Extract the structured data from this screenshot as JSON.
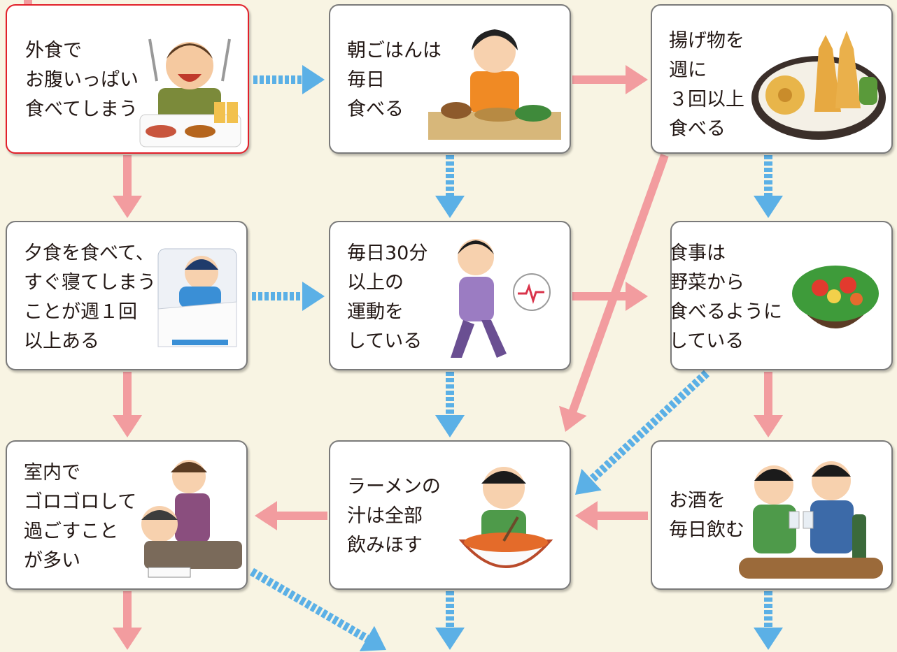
{
  "nodes": [
    {
      "id": "eat-out",
      "label": "外食で\nお腹いっぱい\n食べてしまう",
      "icon": "overeating-man-icon",
      "start": true
    },
    {
      "id": "breakfast",
      "label": "朝ごはんは\n毎日\n食べる",
      "icon": "breakfast-girl-icon"
    },
    {
      "id": "fried",
      "label": "揚げ物を\n週に\n３回以上\n食べる",
      "icon": "tempura-plate-icon"
    },
    {
      "id": "sleep",
      "label": "夕食を食べて、\nすぐ寝てしまう\nことが週１回\n以上ある",
      "icon": "sleeping-boy-icon"
    },
    {
      "id": "exercise",
      "label": "毎日30分\n以上の\n運動を\nしている",
      "icon": "walking-woman-icon"
    },
    {
      "id": "veg",
      "label": "食事は\n野菜から\n食べるように\nしている",
      "icon": "salad-bowl-icon"
    },
    {
      "id": "indoor",
      "label": "室内で\nゴロゴロして\n過ごすこと\nが多い",
      "icon": "lounging-man-icon"
    },
    {
      "id": "ramen",
      "label": "ラーメンの\n汁は全部\n飲みほす",
      "icon": "ramen-boy-icon"
    },
    {
      "id": "alcohol",
      "label": "お酒を\n毎日飲む",
      "icon": "drinking-men-icon"
    }
  ],
  "edges": [
    {
      "from": "eat-out",
      "to": "breakfast",
      "answer": "no"
    },
    {
      "from": "eat-out",
      "to": "sleep",
      "answer": "yes"
    },
    {
      "from": "breakfast",
      "to": "fried",
      "answer": "yes"
    },
    {
      "from": "breakfast",
      "to": "exercise",
      "answer": "no"
    },
    {
      "from": "fried",
      "to": "veg",
      "answer": "no"
    },
    {
      "from": "fried",
      "to": "ramen",
      "answer": "yes"
    },
    {
      "from": "sleep",
      "to": "exercise",
      "answer": "no"
    },
    {
      "from": "sleep",
      "to": "indoor",
      "answer": "yes"
    },
    {
      "from": "exercise",
      "to": "veg",
      "answer": "yes"
    },
    {
      "from": "exercise",
      "to": "ramen",
      "answer": "no"
    },
    {
      "from": "veg",
      "to": "ramen",
      "answer": "no"
    },
    {
      "from": "veg",
      "to": "alcohol",
      "answer": "yes"
    },
    {
      "from": "alcohol",
      "to": "ramen",
      "answer": "yes"
    },
    {
      "from": "ramen",
      "to": "indoor",
      "answer": "yes"
    },
    {
      "from": "indoor",
      "to": "exit",
      "answer": "yes"
    },
    {
      "from": "indoor",
      "to": "exit",
      "answer": "no"
    },
    {
      "from": "ramen",
      "to": "exit",
      "answer": "no"
    },
    {
      "from": "alcohol",
      "to": "exit",
      "answer": "no"
    }
  ],
  "colors": {
    "yes_arrow": "#f29c9f",
    "no_arrow": "#5bb0e6",
    "start_border": "#e2202a",
    "box_border": "#7a7a7a",
    "background": "#f8f4e3"
  }
}
